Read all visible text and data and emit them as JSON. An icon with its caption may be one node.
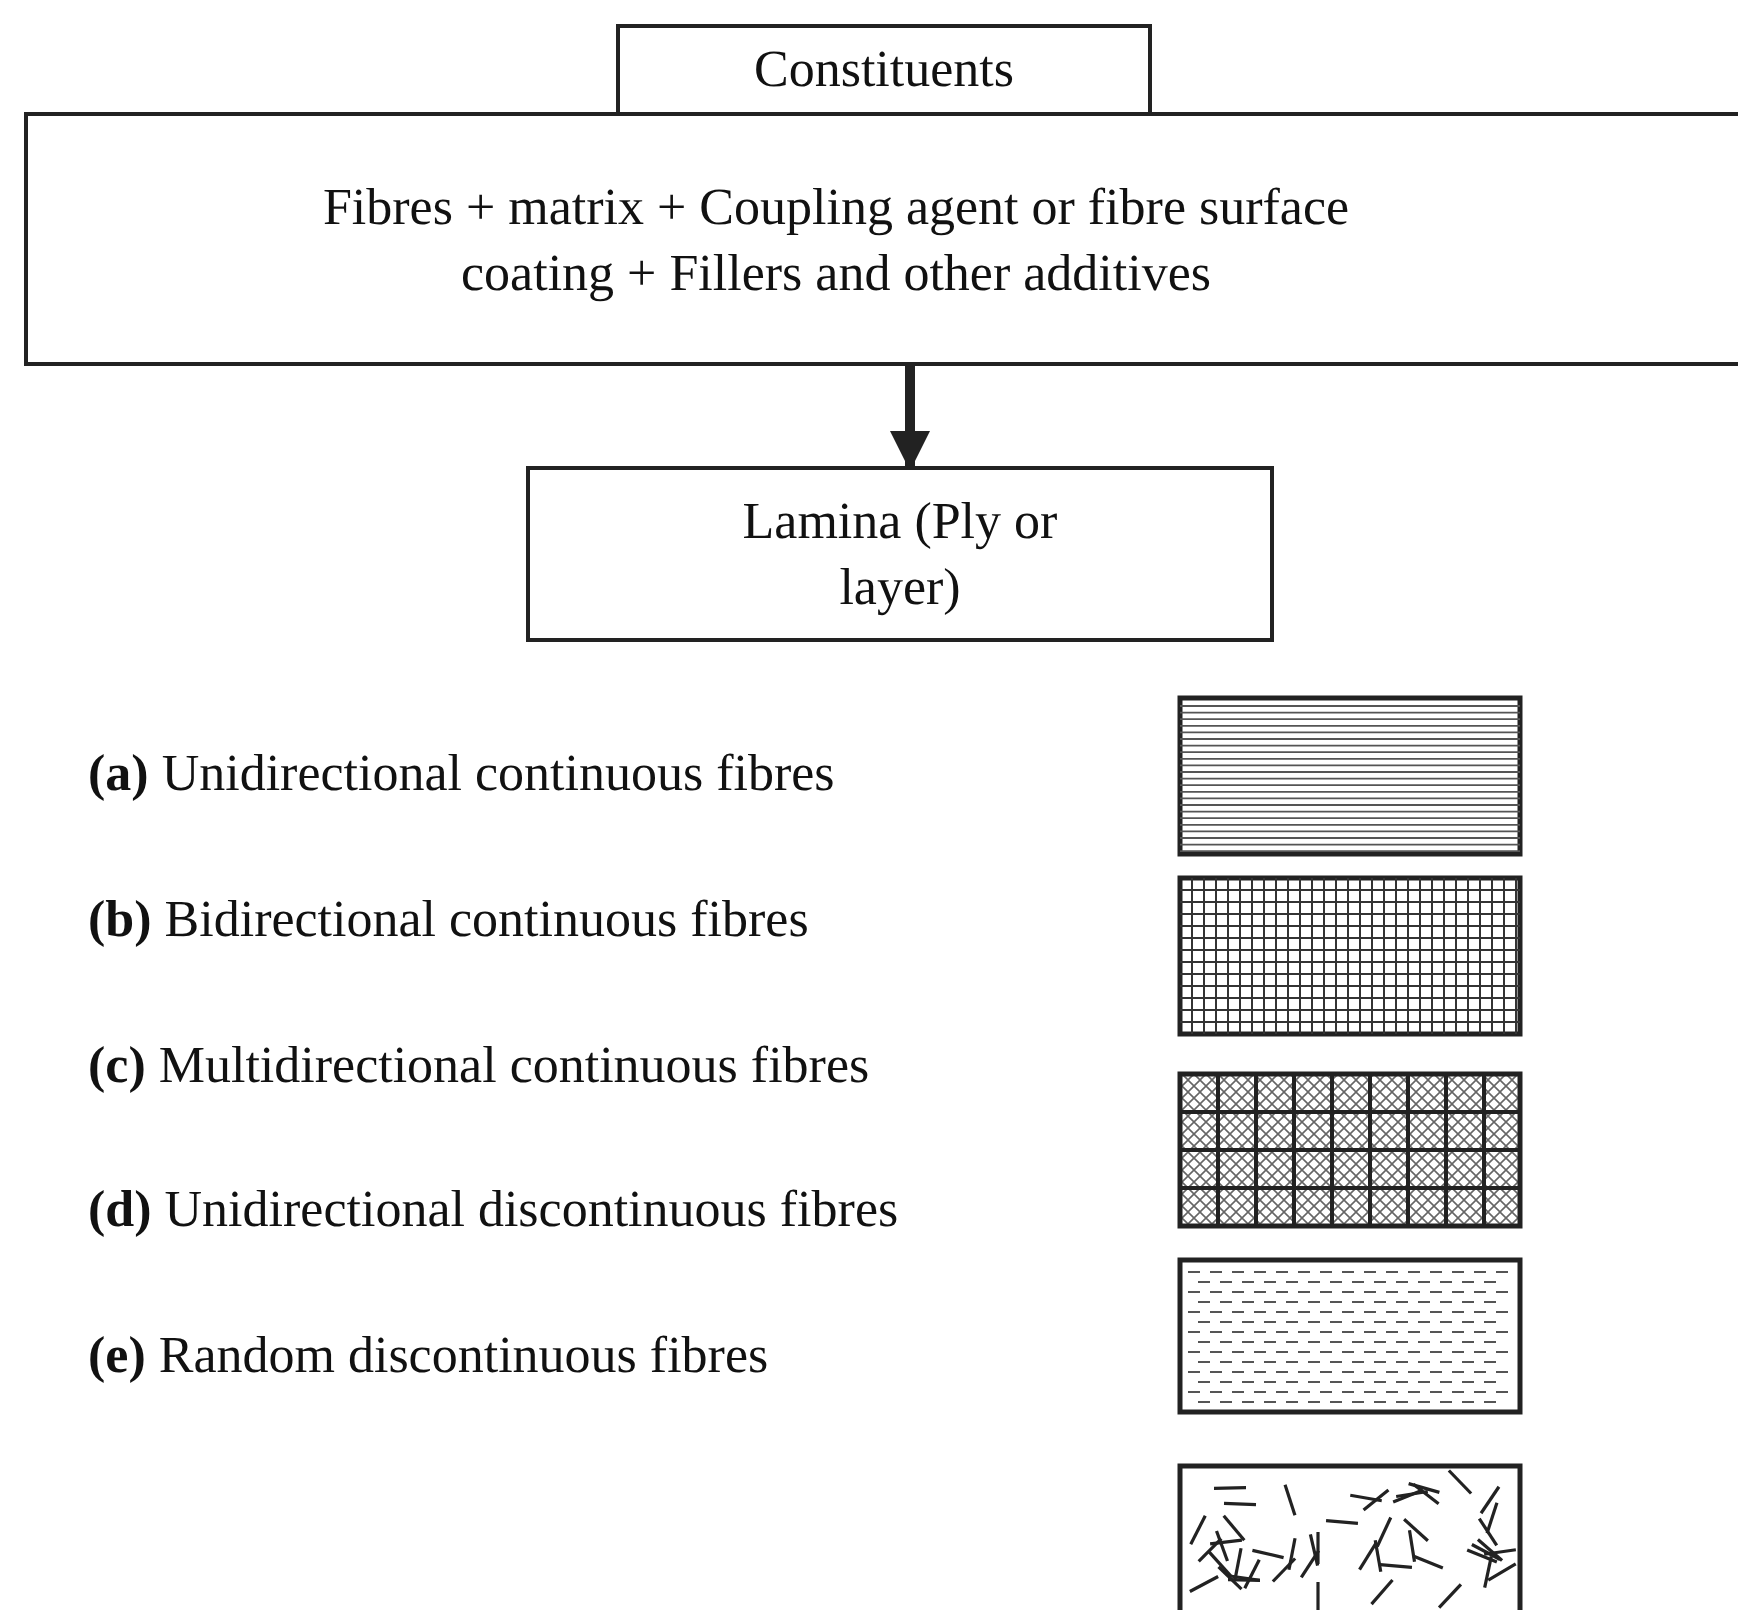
{
  "diagram": {
    "nodes": [
      {
        "text": [
          "Constituents",
          "Fibres + matrix + Coupling agent or fibre surface coating + Fillers and other additives"
        ]
      },
      {
        "text": [
          "Lamina (Ply or layer)"
        ]
      }
    ],
    "edges": [
      {
        "from": 0,
        "to": 1,
        "arrow": "to"
      }
    ],
    "labels": [
      "**(a)** Unidirectional continuous fibres",
      "**(b)** Bidirectional continuous fibres",
      "**(c)** Multidirectional continuous fibres",
      "**(d)** Unidirectional discontinuous fibres",
      "**(e)** Random discontinuous fibres"
    ]
  }
}
